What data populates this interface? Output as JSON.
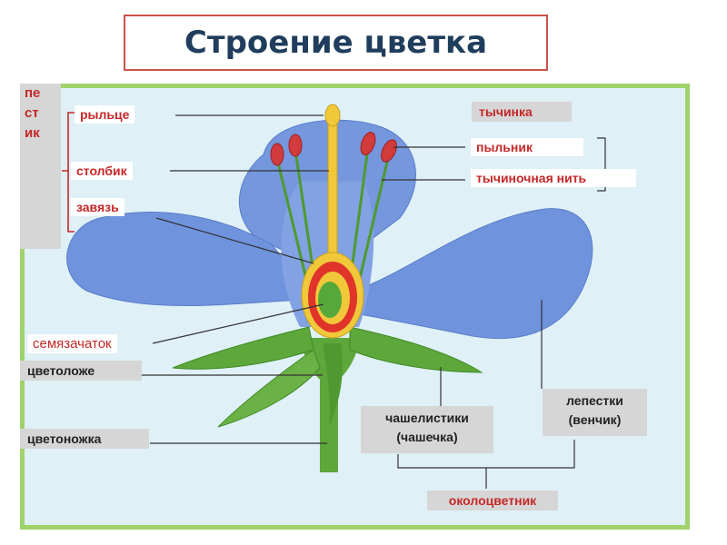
{
  "title": "Строение цветка",
  "pestik": {
    "line1": "пе",
    "line2": "ст",
    "line3": "ик"
  },
  "labels": {
    "rylce": "рыльце",
    "stolbik": "столбик",
    "zavyaz": "завязь",
    "tychinka": "тычинка",
    "pylnik": "пыльник",
    "tychinochnaya_nit": "тычиночная нить",
    "semyazachatok": "семязачаток",
    "cvetolozhe": "цветоложе",
    "cvetonozhka": "цветоножка",
    "chashelistiki_1": "чашелистики",
    "chashelistiki_2": "(чашечка)",
    "lepestki_1": "лепестки",
    "lepestki_2": "(венчик)",
    "okolocvetnik": "околоцветник"
  },
  "colors": {
    "petal": "#6f93dc",
    "leaf": "#5da73b",
    "pistil": "#f1c83a",
    "ovary": "#e0342a",
    "anther": "#d23b3b",
    "frame": "#9fd26a",
    "label_red": "#c62828"
  }
}
